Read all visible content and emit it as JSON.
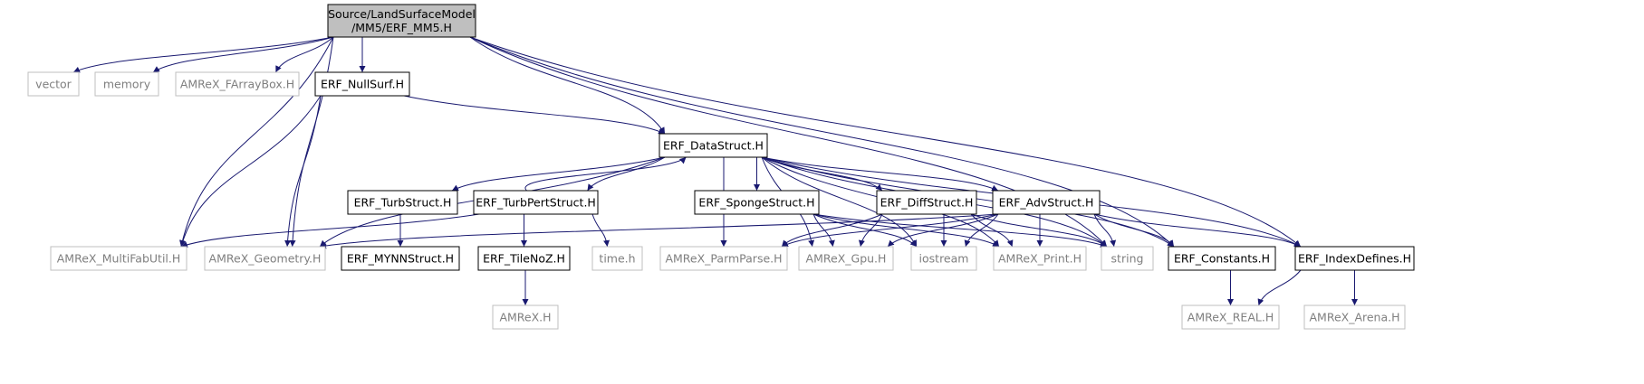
{
  "graph": {
    "nodes": [
      {
        "id": "root",
        "lines": [
          "Source/LandSurfaceModel",
          "/MM5/ERF_MM5.H"
        ],
        "style": "root"
      },
      {
        "id": "vector",
        "lines": [
          "vector"
        ],
        "style": "external"
      },
      {
        "id": "memory",
        "lines": [
          "memory"
        ],
        "style": "external"
      },
      {
        "id": "farraybox",
        "lines": [
          "AMReX_FArrayBox.H"
        ],
        "style": "external"
      },
      {
        "id": "nullsurf",
        "lines": [
          "ERF_NullSurf.H"
        ],
        "style": "local"
      },
      {
        "id": "datastruct",
        "lines": [
          "ERF_DataStruct.H"
        ],
        "style": "local"
      },
      {
        "id": "turbstruct",
        "lines": [
          "ERF_TurbStruct.H"
        ],
        "style": "local"
      },
      {
        "id": "turbpert",
        "lines": [
          "ERF_TurbPertStruct.H"
        ],
        "style": "local"
      },
      {
        "id": "sponge",
        "lines": [
          "ERF_SpongeStruct.H"
        ],
        "style": "local"
      },
      {
        "id": "diff",
        "lines": [
          "ERF_DiffStruct.H"
        ],
        "style": "local"
      },
      {
        "id": "adv",
        "lines": [
          "ERF_AdvStruct.H"
        ],
        "style": "local"
      },
      {
        "id": "multifab",
        "lines": [
          "AMReX_MultiFabUtil.H"
        ],
        "style": "external"
      },
      {
        "id": "geometry",
        "lines": [
          "AMReX_Geometry.H"
        ],
        "style": "external"
      },
      {
        "id": "mynn",
        "lines": [
          "ERF_MYNNStruct.H"
        ],
        "style": "local"
      },
      {
        "id": "tilenoz",
        "lines": [
          "ERF_TileNoZ.H"
        ],
        "style": "local"
      },
      {
        "id": "timeh",
        "lines": [
          "time.h"
        ],
        "style": "external"
      },
      {
        "id": "parmparse",
        "lines": [
          "AMReX_ParmParse.H"
        ],
        "style": "external"
      },
      {
        "id": "gpu",
        "lines": [
          "AMReX_Gpu.H"
        ],
        "style": "external"
      },
      {
        "id": "iostream",
        "lines": [
          "iostream"
        ],
        "style": "external"
      },
      {
        "id": "print",
        "lines": [
          "AMReX_Print.H"
        ],
        "style": "external"
      },
      {
        "id": "string",
        "lines": [
          "string"
        ],
        "style": "external"
      },
      {
        "id": "constants",
        "lines": [
          "ERF_Constants.H"
        ],
        "style": "local"
      },
      {
        "id": "indexdefines",
        "lines": [
          "ERF_IndexDefines.H"
        ],
        "style": "local"
      },
      {
        "id": "amrex",
        "lines": [
          "AMReX.H"
        ],
        "style": "external"
      },
      {
        "id": "real",
        "lines": [
          "AMReX_REAL.H"
        ],
        "style": "external"
      },
      {
        "id": "arena",
        "lines": [
          "AMReX_Arena.H"
        ],
        "style": "external"
      }
    ],
    "edges": [
      [
        "root",
        "vector"
      ],
      [
        "root",
        "memory"
      ],
      [
        "root",
        "farraybox"
      ],
      [
        "root",
        "nullsurf"
      ],
      [
        "root",
        "datastruct"
      ],
      [
        "root",
        "multifab"
      ],
      [
        "root",
        "geometry"
      ],
      [
        "root",
        "string"
      ],
      [
        "root",
        "constants"
      ],
      [
        "root",
        "indexdefines"
      ],
      [
        "nullsurf",
        "datastruct"
      ],
      [
        "nullsurf",
        "multifab"
      ],
      [
        "nullsurf",
        "geometry"
      ],
      [
        "datastruct",
        "turbstruct"
      ],
      [
        "datastruct",
        "turbpert"
      ],
      [
        "datastruct",
        "sponge"
      ],
      [
        "datastruct",
        "diff"
      ],
      [
        "datastruct",
        "adv"
      ],
      [
        "datastruct",
        "geometry"
      ],
      [
        "datastruct",
        "parmparse"
      ],
      [
        "datastruct",
        "gpu"
      ],
      [
        "datastruct",
        "iostream"
      ],
      [
        "datastruct",
        "print"
      ],
      [
        "datastruct",
        "string"
      ],
      [
        "datastruct",
        "constants"
      ],
      [
        "datastruct",
        "indexdefines"
      ],
      [
        "turbpert",
        "datastruct"
      ],
      [
        "turbpert",
        "multifab"
      ],
      [
        "turbpert",
        "tilenoz"
      ],
      [
        "turbpert",
        "timeh"
      ],
      [
        "turbstruct",
        "mynn"
      ],
      [
        "sponge",
        "parmparse"
      ],
      [
        "sponge",
        "gpu"
      ],
      [
        "sponge",
        "iostream"
      ],
      [
        "sponge",
        "print"
      ],
      [
        "sponge",
        "string"
      ],
      [
        "diff",
        "parmparse"
      ],
      [
        "diff",
        "gpu"
      ],
      [
        "diff",
        "iostream"
      ],
      [
        "diff",
        "print"
      ],
      [
        "diff",
        "string"
      ],
      [
        "adv",
        "geometry"
      ],
      [
        "adv",
        "parmparse"
      ],
      [
        "adv",
        "gpu"
      ],
      [
        "adv",
        "iostream"
      ],
      [
        "adv",
        "print"
      ],
      [
        "adv",
        "string"
      ],
      [
        "adv",
        "constants"
      ],
      [
        "adv",
        "indexdefines"
      ],
      [
        "tilenoz",
        "amrex"
      ],
      [
        "constants",
        "real"
      ],
      [
        "indexdefines",
        "real"
      ],
      [
        "indexdefines",
        "arena"
      ]
    ]
  },
  "colors": {
    "edge": "#191970",
    "root_fill": "#bfbfbf",
    "root_border": "#000000",
    "local_border": "#000000",
    "external_border": "#bfbfbf",
    "local_text": "#000000",
    "external_text": "#7f7f7f"
  }
}
